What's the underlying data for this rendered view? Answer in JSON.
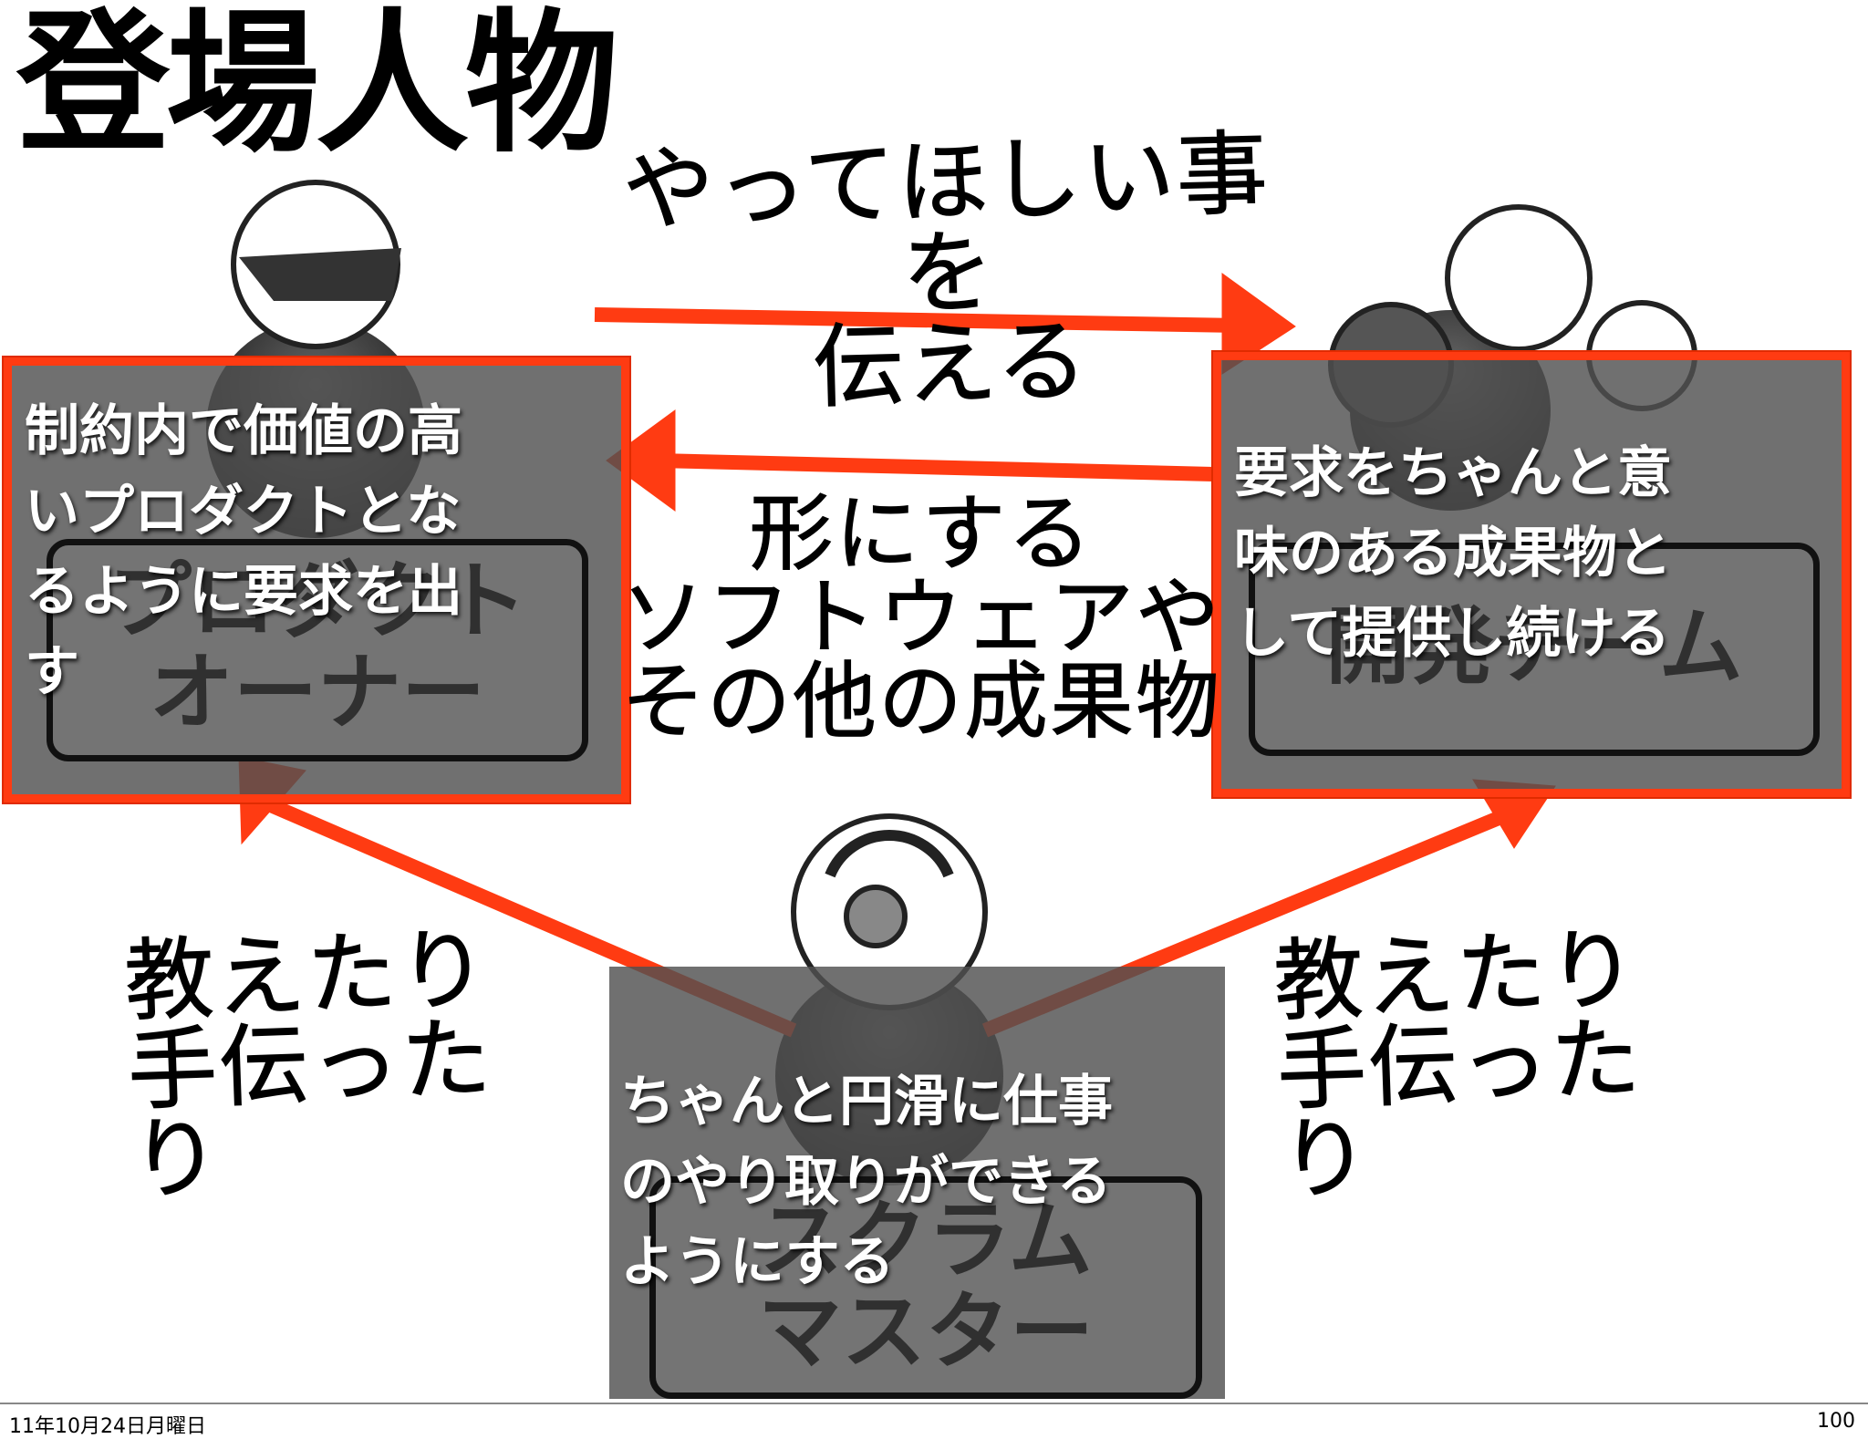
{
  "slide": {
    "title": "登場人物",
    "top_arrow_caption": [
      "やってほしい事を",
      "伝える"
    ],
    "middle_caption": [
      "形にする",
      "ソフトウェアや",
      "その他の成果物"
    ],
    "left_caption": [
      "教えたり",
      "手伝ったり"
    ],
    "right_caption": [
      "教えたり",
      "手伝ったり"
    ],
    "roles": {
      "product_owner": {
        "label": [
          "プロダクト",
          "オーナー"
        ],
        "description": [
          "制約内で価値の高",
          "いプロダクトとな",
          "るように要求を出",
          "す"
        ]
      },
      "dev_team": {
        "label": [
          "開発チーム"
        ],
        "description": [
          "要求をちゃんと意",
          "味のある成果物と",
          "して提供し続ける"
        ]
      },
      "scrum_master": {
        "label": [
          "スクラム",
          "マスター"
        ],
        "description": [
          "ちゃんと円滑に仕事",
          "のやり取りができる",
          "ようにする"
        ]
      }
    },
    "colors": {
      "accent": "#ff3b12",
      "panel": "#505050",
      "text": "#000000"
    }
  },
  "footer": {
    "date": "11年10月24日月曜日",
    "page_number": "100"
  }
}
